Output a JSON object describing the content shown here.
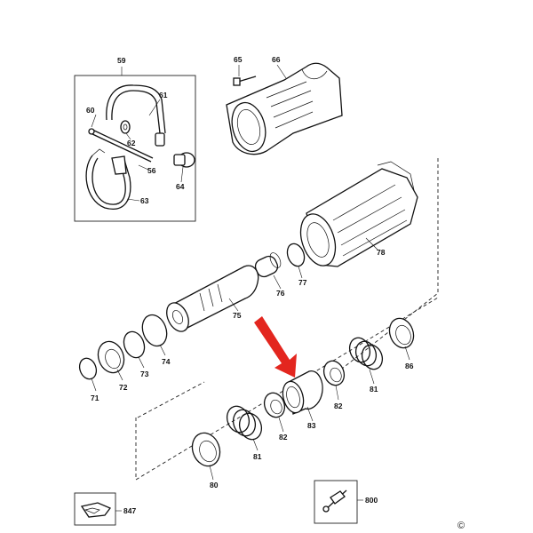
{
  "diagram": {
    "copyright_mark": "©",
    "arrow_color": "#e3261f",
    "callouts": [
      {
        "id": "59",
        "label": "59"
      },
      {
        "id": "60",
        "label": "60"
      },
      {
        "id": "61",
        "label": "61"
      },
      {
        "id": "62",
        "label": "62"
      },
      {
        "id": "56",
        "label": "56"
      },
      {
        "id": "64",
        "label": "64"
      },
      {
        "id": "63",
        "label": "63"
      },
      {
        "id": "65",
        "label": "65"
      },
      {
        "id": "66",
        "label": "66"
      },
      {
        "id": "78",
        "label": "78"
      },
      {
        "id": "76",
        "label": "76"
      },
      {
        "id": "77",
        "label": "77"
      },
      {
        "id": "75",
        "label": "75"
      },
      {
        "id": "74",
        "label": "74"
      },
      {
        "id": "73",
        "label": "73"
      },
      {
        "id": "72",
        "label": "72"
      },
      {
        "id": "71",
        "label": "71"
      },
      {
        "id": "86",
        "label": "86"
      },
      {
        "id": "81a",
        "label": "81"
      },
      {
        "id": "82a",
        "label": "82"
      },
      {
        "id": "83",
        "label": "83"
      },
      {
        "id": "82b",
        "label": "82"
      },
      {
        "id": "81b",
        "label": "81"
      },
      {
        "id": "80",
        "label": "80"
      },
      {
        "id": "800",
        "label": "800"
      },
      {
        "id": "847",
        "label": "847"
      }
    ]
  }
}
